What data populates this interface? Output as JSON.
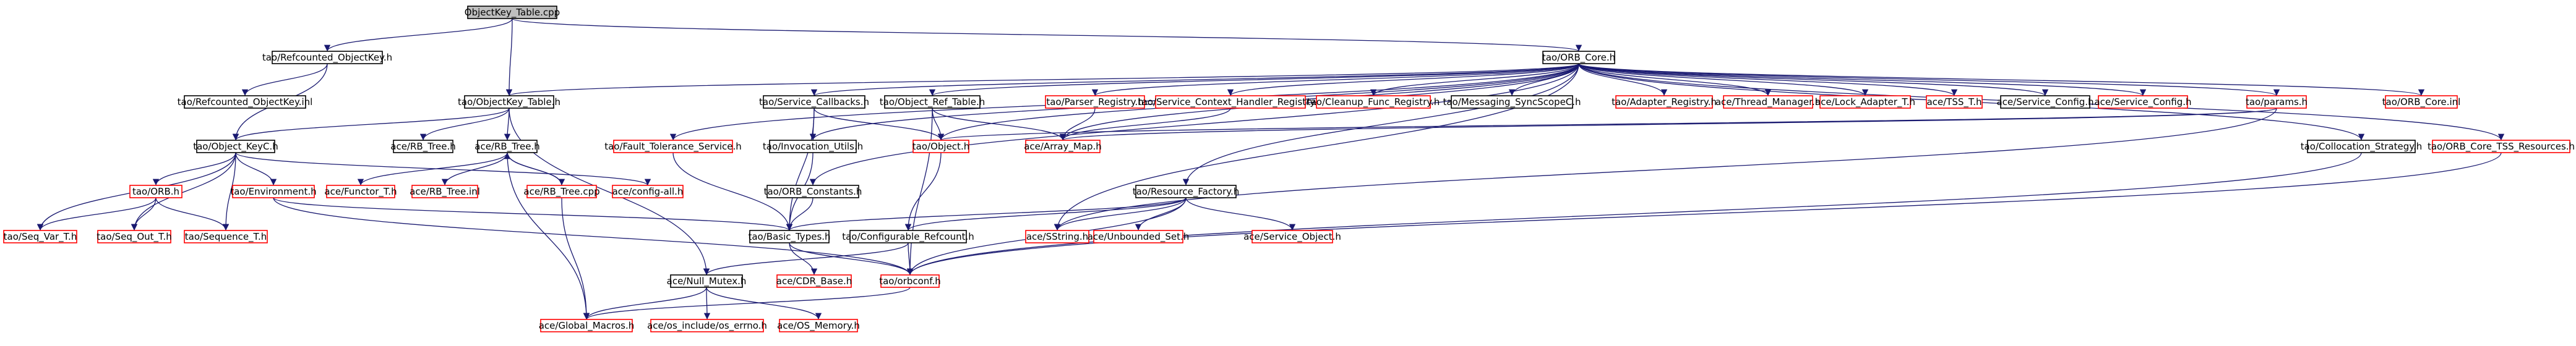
{
  "diagram": {
    "type": "include-dependency-graph",
    "root": "ObjectKey_Table.cpp",
    "nodes": [
      {
        "id": "root",
        "label": "ObjectKey_Table.cpp",
        "style": "root"
      },
      {
        "id": "refcounted_objectkey_h",
        "label": "tao/Refcounted_ObjectKey.h",
        "style": "gray"
      },
      {
        "id": "orb_core_h",
        "label": "tao/ORB_Core.h",
        "style": "gray"
      },
      {
        "id": "refcounted_objectkey_inl",
        "label": "tao/Refcounted_ObjectKey.inl",
        "style": "gray"
      },
      {
        "id": "objectkey_table_h",
        "label": "tao/ObjectKey_Table.h",
        "style": "gray"
      },
      {
        "id": "service_callbacks_h",
        "label": "tao/Service_Callbacks.h",
        "style": "gray"
      },
      {
        "id": "object_ref_table_h",
        "label": "tao/Object_Ref_Table.h",
        "style": "gray"
      },
      {
        "id": "parser_registry_h",
        "label": "tao/Parser_Registry.h",
        "style": "red"
      },
      {
        "id": "service_context_handler_registry_h",
        "label": "tao/Service_Context_Handler_Registry.h",
        "style": "red"
      },
      {
        "id": "cleanup_func_registry_h",
        "label": "tao/Cleanup_Func_Registry.h",
        "style": "red"
      },
      {
        "id": "messaging_syncscopec_h",
        "label": "tao/Messaging_SyncScopeC.h",
        "style": "gray"
      },
      {
        "id": "adapter_registry_h",
        "label": "tao/Adapter_Registry.h",
        "style": "red"
      },
      {
        "id": "thread_manager_h",
        "label": "ace/Thread_Manager.h",
        "style": "red"
      },
      {
        "id": "lock_adapter_t_h",
        "label": "ace/Lock_Adapter_T.h",
        "style": "red"
      },
      {
        "id": "tss_t_h",
        "label": "ace/TSS_T.h",
        "style": "red"
      },
      {
        "id": "service_config_h_ace",
        "label": "ace/Service_Config.h",
        "style": "gray"
      },
      {
        "id": "service_config_h_red",
        "label": "ace/Service_Config.h",
        "style": "red"
      },
      {
        "id": "params_h",
        "label": "tao/params.h",
        "style": "red"
      },
      {
        "id": "orb_core_inl",
        "label": "tao/ORB_Core.inl",
        "style": "red"
      },
      {
        "id": "rb_tree_h_ace",
        "label": "ace/RB_Tree.h",
        "style": "gray"
      },
      {
        "id": "object_keyc_h",
        "label": "tao/Object_KeyC.h",
        "style": "gray"
      },
      {
        "id": "rb_tree_h",
        "label": "ace/RB_Tree.h",
        "style": "gray"
      },
      {
        "id": "fault_tolerance_service_h",
        "label": "tao/Fault_Tolerance_Service.h",
        "style": "red"
      },
      {
        "id": "invocation_utils_h",
        "label": "tao/Invocation_Utils.h",
        "style": "gray"
      },
      {
        "id": "object_h",
        "label": "tao/Object.h",
        "style": "red"
      },
      {
        "id": "array_map_h",
        "label": "ace/Array_Map.h",
        "style": "red"
      },
      {
        "id": "collocation_strategy_h",
        "label": "tao/Collocation_Strategy.h",
        "style": "gray"
      },
      {
        "id": "orb_core_tss_resources_h",
        "label": "tao/ORB_Core_TSS_Resources.h",
        "style": "red"
      },
      {
        "id": "orb_h",
        "label": "tao/ORB.h",
        "style": "red"
      },
      {
        "id": "environment_h",
        "label": "tao/Environment.h",
        "style": "red"
      },
      {
        "id": "functor_t_h",
        "label": "ace/Functor_T.h",
        "style": "red"
      },
      {
        "id": "rb_tree_inl",
        "label": "ace/RB_Tree.inl",
        "style": "red"
      },
      {
        "id": "rb_tree_cpp",
        "label": "ace/RB_Tree.cpp",
        "style": "red"
      },
      {
        "id": "config_all_h",
        "label": "ace/config-all.h",
        "style": "red"
      },
      {
        "id": "orb_constants_h",
        "label": "tao/ORB_Constants.h",
        "style": "gray"
      },
      {
        "id": "resource_factory_h",
        "label": "tao/Resource_Factory.h",
        "style": "gray"
      },
      {
        "id": "seq_var_t_h",
        "label": "tao/Seq_Var_T.h",
        "style": "red"
      },
      {
        "id": "seq_out_t_h",
        "label": "tao/Seq_Out_T.h",
        "style": "red"
      },
      {
        "id": "sequence_t_h",
        "label": "tao/Sequence_T.h",
        "style": "red"
      },
      {
        "id": "basic_types_h",
        "label": "tao/Basic_Types.h",
        "style": "gray"
      },
      {
        "id": "configurable_refcount_h",
        "label": "tao/Configurable_Refcount.h",
        "style": "gray"
      },
      {
        "id": "sstring_h",
        "label": "ace/SString.h",
        "style": "red"
      },
      {
        "id": "unbounded_set_h",
        "label": "ace/Unbounded_Set.h",
        "style": "red"
      },
      {
        "id": "service_object_h",
        "label": "ace/Service_Object.h",
        "style": "red"
      },
      {
        "id": "null_mutex_h",
        "label": "ace/Null_Mutex.h",
        "style": "gray"
      },
      {
        "id": "cdr_base_h",
        "label": "ace/CDR_Base.h",
        "style": "red"
      },
      {
        "id": "orbconf_h",
        "label": "tao/orbconf.h",
        "style": "red"
      },
      {
        "id": "global_macros_h",
        "label": "ace/Global_Macros.h",
        "style": "red"
      },
      {
        "id": "os_errno_h",
        "label": "ace/os_include/os_errno.h",
        "style": "red"
      },
      {
        "id": "os_memory_h",
        "label": "ace/OS_Memory.h",
        "style": "red"
      }
    ],
    "edges": [
      [
        "root",
        "refcounted_objectkey_h"
      ],
      [
        "root",
        "orb_core_h"
      ],
      [
        "root",
        "objectkey_table_h"
      ],
      [
        "refcounted_objectkey_h",
        "refcounted_objectkey_inl"
      ],
      [
        "refcounted_objectkey_h",
        "object_keyc_h"
      ],
      [
        "orb_core_h",
        "objectkey_table_h"
      ],
      [
        "orb_core_h",
        "service_callbacks_h"
      ],
      [
        "orb_core_h",
        "object_ref_table_h"
      ],
      [
        "orb_core_h",
        "parser_registry_h"
      ],
      [
        "orb_core_h",
        "service_context_handler_registry_h"
      ],
      [
        "orb_core_h",
        "cleanup_func_registry_h"
      ],
      [
        "orb_core_h",
        "messaging_syncscopec_h"
      ],
      [
        "orb_core_h",
        "adapter_registry_h"
      ],
      [
        "orb_core_h",
        "thread_manager_h"
      ],
      [
        "orb_core_h",
        "lock_adapter_t_h"
      ],
      [
        "orb_core_h",
        "tss_t_h"
      ],
      [
        "orb_core_h",
        "service_config_h_ace"
      ],
      [
        "orb_core_h",
        "service_config_h_red"
      ],
      [
        "orb_core_h",
        "params_h"
      ],
      [
        "orb_core_h",
        "orb_core_inl"
      ],
      [
        "orb_core_h",
        "collocation_strategy_h"
      ],
      [
        "orb_core_h",
        "orb_core_tss_resources_h"
      ],
      [
        "orb_core_h",
        "fault_tolerance_service_h"
      ],
      [
        "orb_core_h",
        "invocation_utils_h"
      ],
      [
        "orb_core_h",
        "orb_constants_h"
      ],
      [
        "orb_core_h",
        "resource_factory_h"
      ],
      [
        "orb_core_h",
        "object_h"
      ],
      [
        "orb_core_h",
        "array_map_h"
      ],
      [
        "orb_core_h",
        "sstring_h"
      ],
      [
        "objectkey_table_h",
        "object_keyc_h"
      ],
      [
        "objectkey_table_h",
        "rb_tree_h_ace"
      ],
      [
        "objectkey_table_h",
        "rb_tree_h"
      ],
      [
        "objectkey_table_h",
        "null_mutex_h"
      ],
      [
        "service_callbacks_h",
        "invocation_utils_h"
      ],
      [
        "service_callbacks_h",
        "object_h"
      ],
      [
        "service_callbacks_h",
        "basic_types_h"
      ],
      [
        "object_ref_table_h",
        "object_h"
      ],
      [
        "object_ref_table_h",
        "array_map_h"
      ],
      [
        "object_ref_table_h",
        "orbconf_h"
      ],
      [
        "parser_registry_h",
        "array_map_h"
      ],
      [
        "service_context_handler_registry_h",
        "array_map_h"
      ],
      [
        "params_h",
        "array_map_h"
      ],
      [
        "params_h",
        "object_h"
      ],
      [
        "params_h",
        "sstring_h"
      ],
      [
        "object_keyc_h",
        "orb_h"
      ],
      [
        "object_keyc_h",
        "environment_h"
      ],
      [
        "object_keyc_h",
        "seq_var_t_h"
      ],
      [
        "object_keyc_h",
        "seq_out_t_h"
      ],
      [
        "object_keyc_h",
        "sequence_t_h"
      ],
      [
        "object_keyc_h",
        "config_all_h"
      ],
      [
        "rb_tree_h",
        "functor_t_h"
      ],
      [
        "rb_tree_h",
        "rb_tree_inl"
      ],
      [
        "rb_tree_h",
        "rb_tree_cpp"
      ],
      [
        "rb_tree_h",
        "global_macros_h"
      ],
      [
        "rb_tree_cpp",
        "rb_tree_h"
      ],
      [
        "rb_tree_cpp",
        "global_macros_h"
      ],
      [
        "fault_tolerance_service_h",
        "basic_types_h"
      ],
      [
        "object_h",
        "configurable_refcount_h"
      ],
      [
        "invocation_utils_h",
        "basic_types_h"
      ],
      [
        "orb_constants_h",
        "basic_types_h"
      ],
      [
        "collocation_strategy_h",
        "orbconf_h"
      ],
      [
        "orb_core_tss_resources_h",
        "orbconf_h"
      ],
      [
        "orb_h",
        "seq_var_t_h"
      ],
      [
        "orb_h",
        "seq_out_t_h"
      ],
      [
        "orb_h",
        "sequence_t_h"
      ],
      [
        "environment_h",
        "basic_types_h"
      ],
      [
        "environment_h",
        "orbconf_h"
      ],
      [
        "basic_types_h",
        "cdr_base_h"
      ],
      [
        "basic_types_h",
        "orbconf_h"
      ],
      [
        "configurable_refcount_h",
        "null_mutex_h"
      ],
      [
        "configurable_refcount_h",
        "orbconf_h"
      ],
      [
        "resource_factory_h",
        "basic_types_h"
      ],
      [
        "resource_factory_h",
        "configurable_refcount_h"
      ],
      [
        "resource_factory_h",
        "sstring_h"
      ],
      [
        "resource_factory_h",
        "unbounded_set_h"
      ],
      [
        "resource_factory_h",
        "service_object_h"
      ],
      [
        "resource_factory_h",
        "orbconf_h"
      ],
      [
        "null_mutex_h",
        "global_macros_h"
      ],
      [
        "null_mutex_h",
        "os_errno_h"
      ],
      [
        "null_mutex_h",
        "os_memory_h"
      ],
      [
        "orbconf_h",
        "global_macros_h"
      ]
    ],
    "colors": {
      "gray_border": "#000000",
      "red_border": "#ff0000",
      "root_fill": "#bfbfbf",
      "edge": "#191970",
      "background": "#ffffff"
    }
  }
}
